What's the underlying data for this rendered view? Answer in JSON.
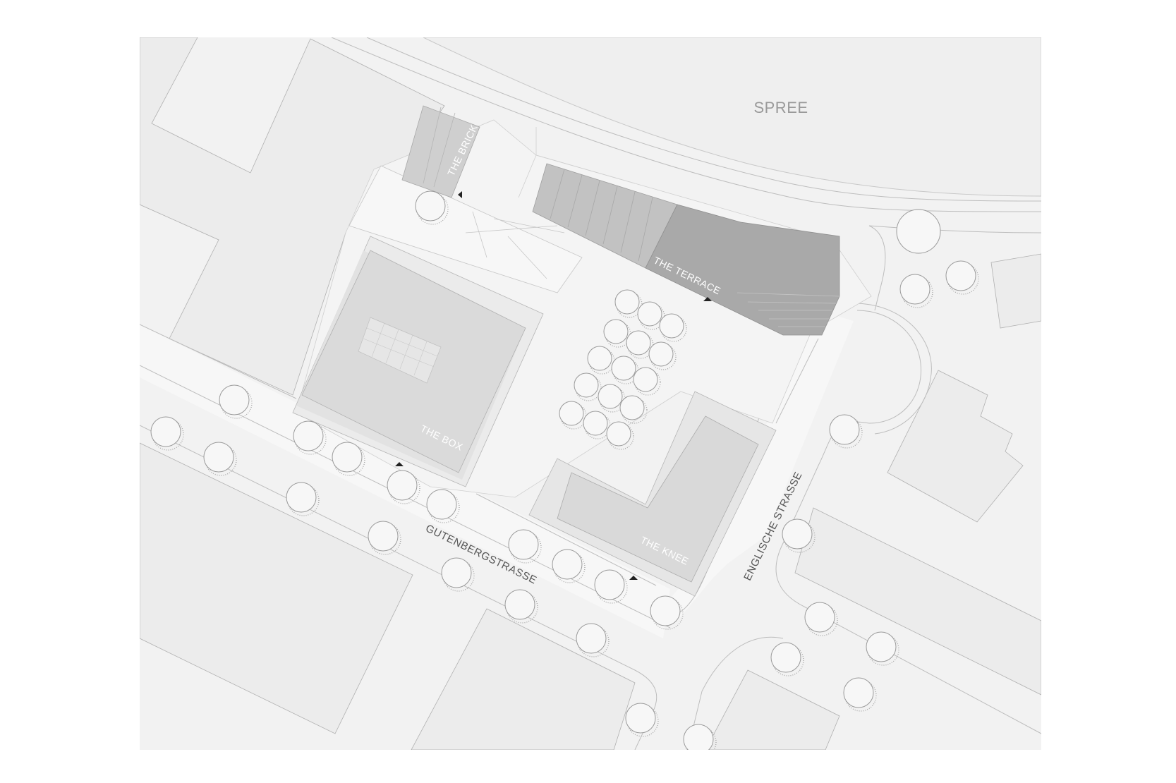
{
  "site_plan": {
    "water_label": "SPREE",
    "streets": {
      "south": "GUTENBERGSTRASSE",
      "east": "ENGLISCHE STRASSE"
    },
    "buildings": {
      "brick": "THE BRICK",
      "terrace": "THE TERRACE",
      "box": "THE BOX",
      "knee": "THE KNEE"
    }
  },
  "colors": {
    "background": "#ffffff",
    "ground": "#f2f2f2",
    "water": "#f0f0f0",
    "neighbor_block": "#ececec",
    "project_light": "#dedede",
    "project_mid": "#c4c4c4",
    "project_dark": "#a9a9a9",
    "street_label": "#555555",
    "water_label": "#9a9a9a"
  }
}
